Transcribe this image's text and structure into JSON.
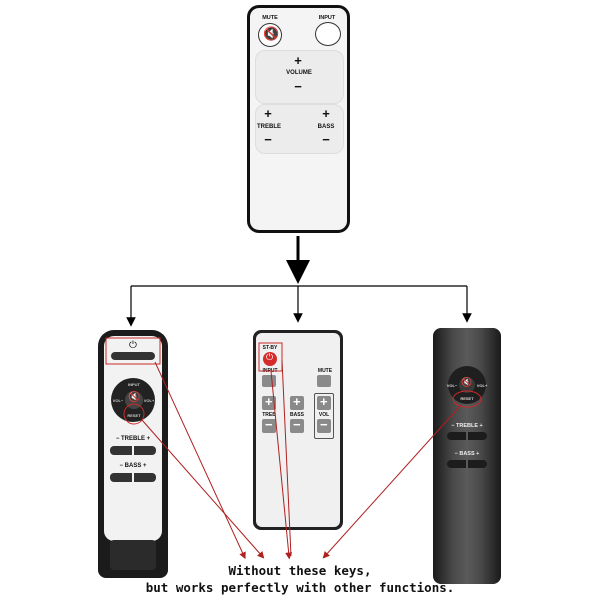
{
  "top_remote": {
    "mute_label": "MUTE",
    "input_label": "INPUT",
    "volume_label": "VOLUME",
    "treble_label": "TREBLE",
    "bass_label": "BASS",
    "plus": "+",
    "minus": "−"
  },
  "left_remote": {
    "input_label": "INPUT",
    "reset_label": "RESET",
    "vol_minus": "VOL−",
    "vol_plus": "VOL+",
    "treble_label": "TREBLE",
    "bass_label": "BASS",
    "minus": "−",
    "plus": "+"
  },
  "middle_remote": {
    "stby_label": "ST-BY",
    "input_label": "INPUT",
    "mute_label": "MUTE",
    "treb_label": "TREB",
    "bass_label": "BASS",
    "vol_label": "VOL",
    "plus": "+",
    "minus": "−"
  },
  "right_remote": {
    "reset_label": "RESET",
    "vol_minus": "VOL−",
    "vol_plus": "VOL+",
    "treble_label": "TREBLE",
    "bass_label": "BASS",
    "minus": "−",
    "plus": "+"
  },
  "caption": {
    "line1": "Without these keys,",
    "line2": "but works perfectly with other functions."
  },
  "colors": {
    "highlight": "#cc2a2a",
    "standby_red": "#d62b2b",
    "button_gray": "#8a8a8a",
    "dark_body": "#2a2a2a"
  }
}
